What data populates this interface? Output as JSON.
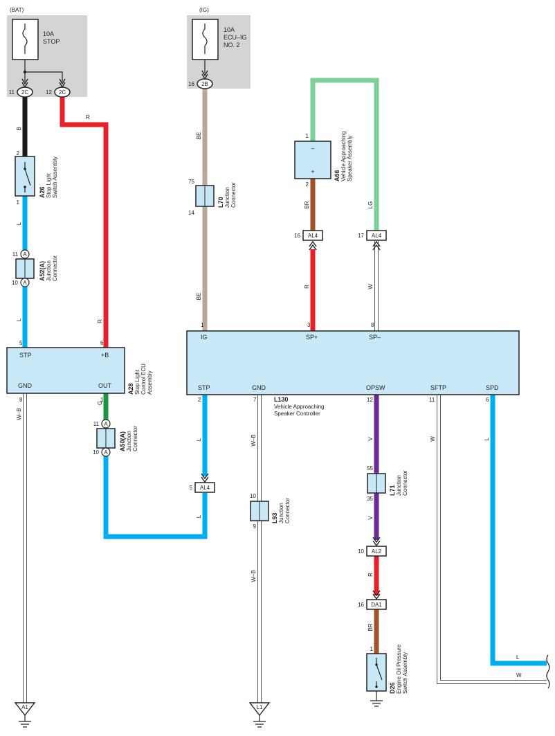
{
  "colors": {
    "black": "#1a1a1a",
    "red": "#e8202a",
    "tan": "#b8a898",
    "green_lg": "#7fcf9a",
    "brown": "#a0522d",
    "blue": "#00aeef",
    "green": "#1a9641",
    "violet": "#6a2c91",
    "white_wire": "#ffffff",
    "box_fill": "#c8e8f8",
    "fuse_area": "#d4d4d6"
  },
  "power_sources": [
    {
      "label": "(BAT)",
      "fuse_amp": "10A",
      "fuse_name": "STOP"
    },
    {
      "label": "(IG)",
      "fuse_amp": "10A",
      "fuse_name1": "ECU–IG",
      "fuse_name2": "NO. 2"
    }
  ],
  "terminals": [
    {
      "pin": "11",
      "code": "2C"
    },
    {
      "pin": "12",
      "code": "2C"
    },
    {
      "pin": "16",
      "code": "2B"
    }
  ],
  "wires": {
    "b": "B",
    "r_top": "R",
    "l1": "L",
    "l2": "L",
    "r_mid": "R",
    "be1": "BE",
    "be2": "BE",
    "br_top": "BR",
    "lg": "LG",
    "r_sp": "R",
    "w_sp": "W",
    "g": "G",
    "wb_a28": "W–B",
    "l_stp": "L",
    "l_stp2": "L",
    "wb1": "W–B",
    "wb2": "W–B",
    "v1": "V",
    "v2": "V",
    "r_low": "R",
    "br_low": "BR",
    "w_sftp": "W",
    "l_spd": "L",
    "l_end": "L",
    "w_end": "W"
  },
  "components": {
    "a26": {
      "code": "A26",
      "name1": "Stop Light",
      "name2": "Switch Assembly",
      "pin_top": "2",
      "pin_bot": "1"
    },
    "a52": {
      "code": "A52(A)",
      "name1": "Junction",
      "name2": "Connector",
      "pin_top": "11",
      "pin_bot": "10",
      "letter": "A"
    },
    "a28": {
      "code": "A28",
      "name1": "Stop Light",
      "name2": "Control ECU",
      "name3": "Assembly",
      "stp": "STP",
      "b": "+B",
      "gnd": "GND",
      "out": "OUT",
      "pin_stp": "5",
      "pin_b": "6",
      "pin_gnd": "8",
      "pin_out": "1"
    },
    "a50": {
      "code": "A50(A)",
      "name1": "Junction",
      "name2": "Connector",
      "pin_top": "11",
      "pin_bot": "10",
      "letter": "A"
    },
    "l70": {
      "code": "L70",
      "name1": "Junction",
      "name2": "Connector",
      "pin_top": "75",
      "pin_bot": "14"
    },
    "a66": {
      "code": "A66",
      "name1": "Vehicle Approaching",
      "name2": "Speaker Assembly",
      "minus": "–",
      "plus": "+",
      "pin_top": "1",
      "pin_bot": "2"
    },
    "l130": {
      "code": "L130",
      "name1": "Vehicle Approaching",
      "name2": "Speaker Controller",
      "ig": "IG",
      "spp": "SP+",
      "spm": "SP–",
      "stp": "STP",
      "gnd": "GND",
      "opsw": "OPSW",
      "sftp": "SFTP",
      "spd": "SPD",
      "pin_ig": "1",
      "pin_spp": "3",
      "pin_spm": "8",
      "pin_stp": "2",
      "pin_gnd": "7",
      "pin_opsw": "12",
      "pin_sftp": "11",
      "pin_spd": "6"
    },
    "l93": {
      "code": "L93",
      "name1": "Junction",
      "name2": "Connector",
      "pin_top": "10",
      "pin_bot": "9"
    },
    "l71": {
      "code": "L71",
      "name1": "Junction",
      "name2": "Connector",
      "pin_top": "55",
      "pin_bot": "35"
    },
    "d26": {
      "code": "D26",
      "name1": "Engine Oil Pressure",
      "name2": "Switch Assembly",
      "pin": "1"
    }
  },
  "connectors": {
    "al4_a": {
      "code": "AL4",
      "pin": "16"
    },
    "al4_b": {
      "code": "AL4",
      "pin": "17"
    },
    "al4_c": {
      "code": "AL4",
      "pin": "5"
    },
    "al2": {
      "code": "AL2",
      "pin": "10"
    },
    "da1": {
      "code": "DA1",
      "pin": "16"
    }
  },
  "grounds": [
    {
      "code": "A1"
    },
    {
      "code": "L1"
    }
  ]
}
